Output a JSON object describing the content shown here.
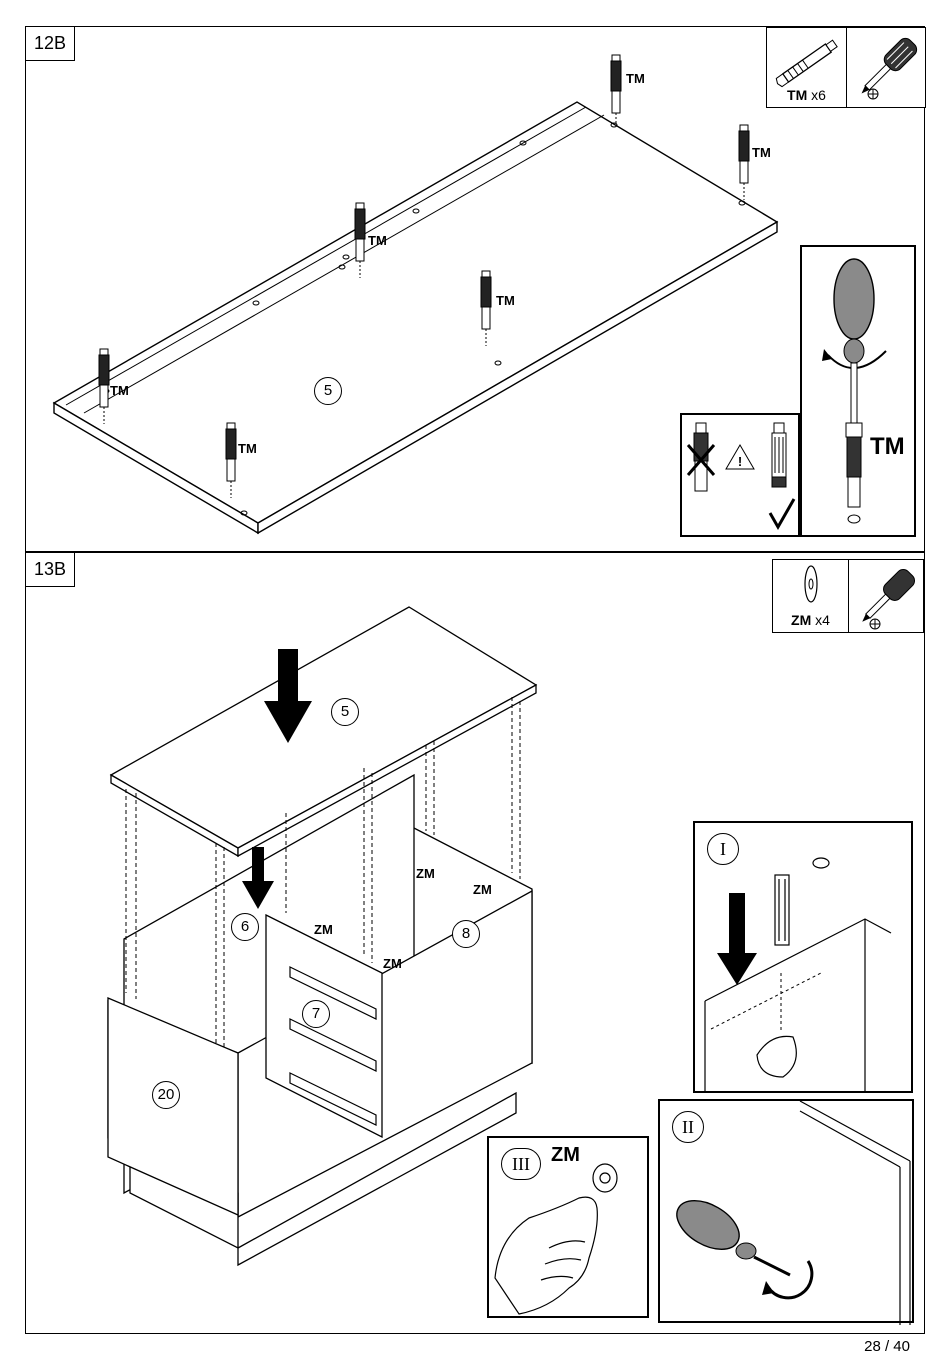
{
  "steps": {
    "step_12b": {
      "label": "12B",
      "part_code": "TM",
      "part_qty": "x6",
      "panel_number": "5",
      "callouts": [
        "TM",
        "TM",
        "TM",
        "TM",
        "TM",
        "TM"
      ],
      "detail_label": "TM"
    },
    "step_13b": {
      "label": "13B",
      "part_code": "ZM",
      "part_qty": "x4",
      "panel_numbers": {
        "top": "5",
        "side_left": "6",
        "divider": "7",
        "side_right": "8",
        "front": "20"
      },
      "callouts": [
        "ZM",
        "ZM",
        "ZM",
        "ZM"
      ],
      "detail_i": "I",
      "detail_ii": "II",
      "detail_iii": "III",
      "detail_iii_label": "ZM"
    }
  },
  "footer": {
    "page": "28 / 40"
  },
  "colors": {
    "ink": "#000000",
    "handle_fill": "#8a8a8a"
  }
}
